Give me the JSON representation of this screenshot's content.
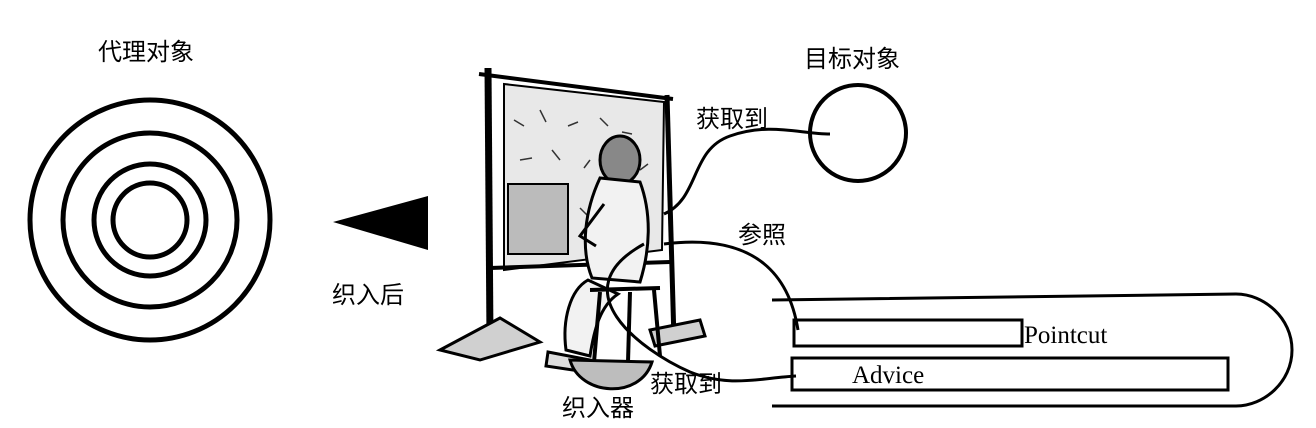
{
  "labels": {
    "proxy_object": "代理对象",
    "target_object": "目标对象",
    "obtain_target": "获取到",
    "reference": "参照",
    "after_weaving": "织入后",
    "weaver": "织入器",
    "obtain_aspect": "获取到",
    "pointcut": "Pointcut",
    "advice": "Advice"
  },
  "colors": {
    "ink": "#000000",
    "paper": "#ffffff"
  }
}
